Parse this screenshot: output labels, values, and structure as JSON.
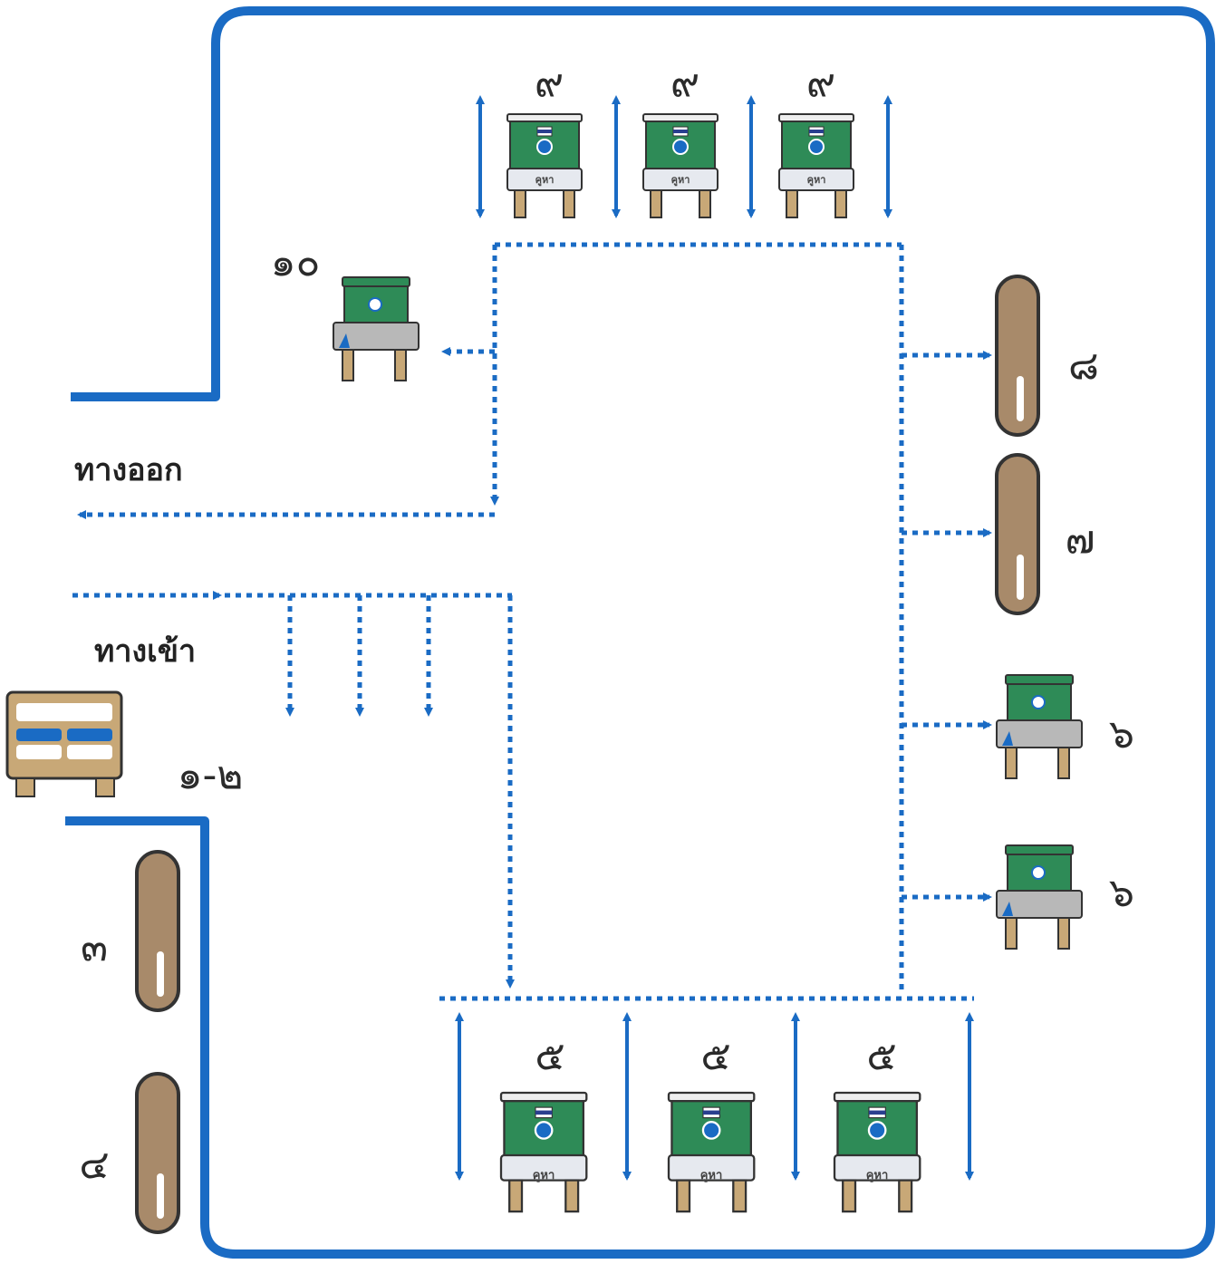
{
  "labels": {
    "exit": "ทางออก",
    "entrance": "ทางเข้า"
  },
  "station_numbers": {
    "s1_2": "๑-๒",
    "s3": "๓",
    "s4": "๔",
    "s5": "๕",
    "s6": "๖",
    "s7": "๗",
    "s8": "๘",
    "s9": "๙",
    "s10": "๑๐"
  },
  "booth_sign": "คูหา",
  "colors": {
    "wall": "#1a6bc4",
    "path": "#1a6bc4",
    "booth_green": "#2e8b57",
    "box_brown": "#a88a6a"
  },
  "icons": {
    "voting_booth": "voting-booth-icon",
    "ballot_box": "ballot-box-icon",
    "table": "registration-table-icon",
    "capsule": "ballot-capsule-icon"
  }
}
